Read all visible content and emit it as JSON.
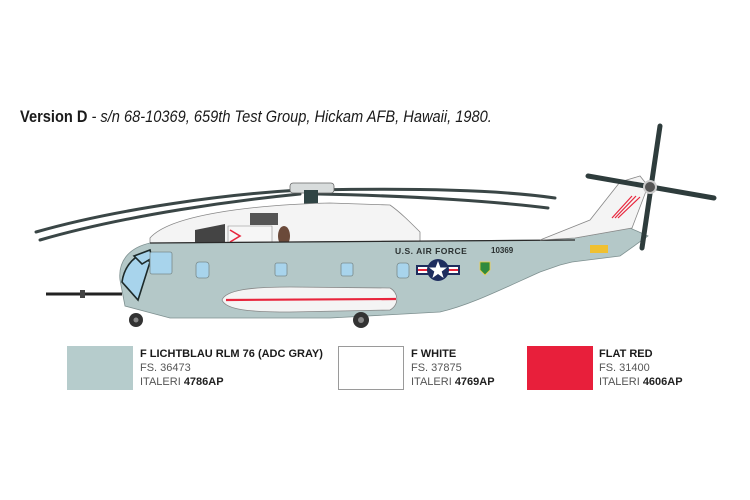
{
  "caption": {
    "version": "Version D",
    "details": " - s/n 68-10369, 659th Test Group, Hickam AFB, Hawaii, 1980."
  },
  "aircraft": {
    "markings": {
      "fuselage_text": "U.S. AIR FORCE",
      "serial": "10369"
    },
    "colors": {
      "body": "#b4c8c8",
      "upper": "#f4f4f4",
      "red": "#e8253c",
      "rotor": "#3a4646",
      "window": "#a8d4ec",
      "roundel_blue": "#1e2d5e"
    }
  },
  "paints": [
    {
      "name": "F LICHTBLAU RLM 76 (ADC GRAY)",
      "fs": "FS. 36473",
      "brand": "ITALERI ",
      "code": "4786AP",
      "color": "#b6cccc"
    },
    {
      "name": "F WHITE",
      "fs": "FS. 37875",
      "brand": "ITALERI ",
      "code": "4769AP",
      "color": "#ffffff"
    },
    {
      "name": "FLAT RED",
      "fs": "FS. 31400",
      "brand": "ITALERI ",
      "code": "4606AP",
      "color": "#e81f3b"
    }
  ]
}
